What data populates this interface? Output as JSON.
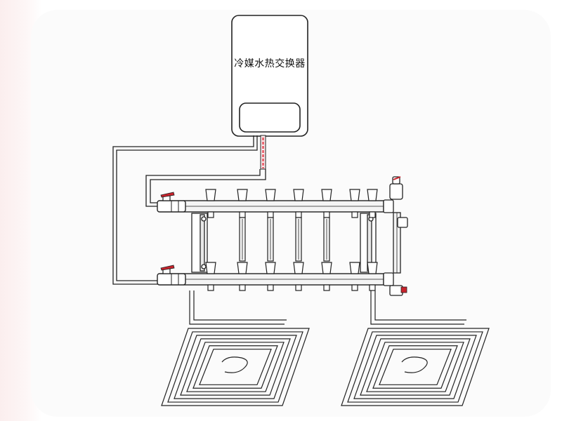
{
  "diagram": {
    "heat_exchanger_label": "冷媒水热交换器"
  },
  "colors": {
    "line": "#222222",
    "pipe_fill": "#f4f4f4",
    "red_pipe": "#e5414f"
  },
  "icons": [
    "manifold",
    "ball-valve",
    "loop-circuit"
  ]
}
